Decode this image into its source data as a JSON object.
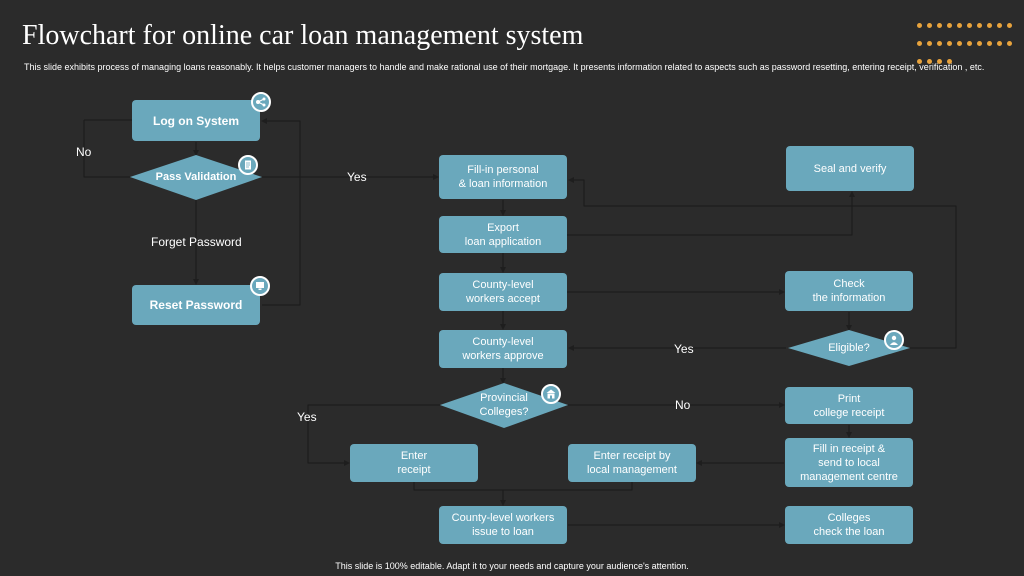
{
  "header": {
    "title": "Flowchart for online car loan management system",
    "description": "This slide exhibits process of managing loans reasonably. It helps customer managers to handle and make rational use of their mortgage. It presents information related to aspects such as password resetting, entering receipt, verification , etc."
  },
  "footer": {
    "text": "This slide is 100% editable. Adapt it to your needs and capture your audience's attention."
  },
  "colors": {
    "node": "#6aa8bc",
    "background": "#2b2b2b",
    "accent": "#e8a33d",
    "text": "#ffffff"
  },
  "nodes": {
    "log_on": "Log on System",
    "pass_validation": "Pass Validation",
    "reset_password": "Reset Password",
    "fill_in": "Fill-in personal\n& loan information",
    "export": "Export\nloan application",
    "county_accept": "County-level\nworkers accept",
    "county_approve": "County-level\nworkers approve",
    "provincial": "Provincial\nColleges?",
    "enter_receipt": "Enter\nreceipt",
    "enter_receipt_local": "Enter receipt by\nlocal management",
    "county_issue": "County-level workers\nissue to loan",
    "seal_verify": "Seal and verify",
    "check_info": "Check\nthe information",
    "eligible": "Eligible?",
    "print_receipt": "Print\ncollege receipt",
    "fill_receipt": "Fill in receipt &\nsend to local\nmanagement centre",
    "colleges_check": "Colleges\ncheck the loan"
  },
  "edge_labels": {
    "no_left": "No",
    "yes_validation": "Yes",
    "forget_password": "Forget Password",
    "yes_eligible": "Yes",
    "no_provincial": "No",
    "yes_provincial": "Yes"
  },
  "icons": {
    "log_on": "network-icon",
    "pass_validation": "document-icon",
    "reset_password": "computer-icon",
    "provincial": "building-icon",
    "eligible": "person-icon"
  }
}
